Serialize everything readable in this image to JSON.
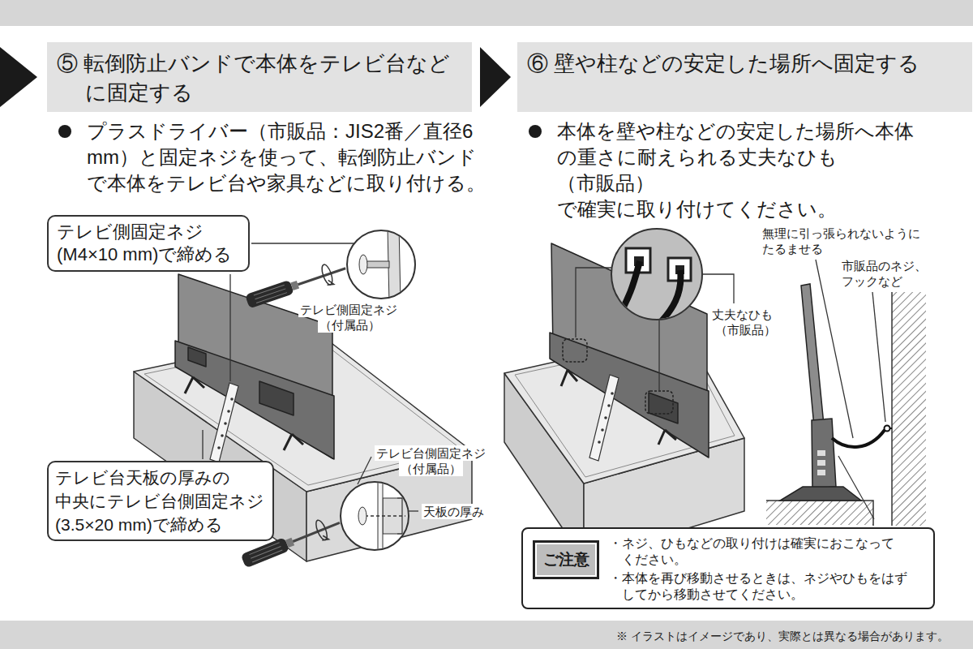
{
  "diagram": {
    "nodes": [
      {
        "text": [
          "⑤ 転倒防止バンドで本体をテレビ台など に固定する"
        ]
      },
      {
        "text": [
          "テレビ側固定ネジ (M4×10 mm)で締める"
        ]
      },
      {
        "text": [
          "テレビ台天板の厚みの 中央にテレビ台側固定ネジ (3.5×20 mm)で締める"
        ]
      },
      {
        "text": [
          "⑥ 壁や柱などの安定した場所へ固定する"
        ]
      },
      {
        "text": [
          "・ネジ、ひもなどの取り付けは確実におこなって ください。",
          "・本体を再び移動させるときは、ネジやひもをはず してから移動させてください。"
        ]
      },
      {
        "text": [
          "ご注意"
        ],
        "in": 4
      }
    ],
    "labels": [
      "プラスドライバー（市販品：JIS2番／直径6 mm）と固定ネジを使って、転倒防止バンド で本体をテレビ台や家具などに取り付ける。",
      "テレビ側固定ネジ",
      "（付属品）",
      "テレビ台側固定ネジ",
      "（付属品）",
      "天板の厚み",
      "本体を壁や柱などの安定した場所へ本体 の重さに耐えられる丈夫なひも（市販品） で確実に取り付けてください。",
      "無理に引っ張られないように たるませる",
      "市販品のネジ、 フックなど",
      "丈夫なひも",
      "（市販品）"
    ],
    "caption": "※ イラストはイメージであり、実際とは異なる場合があります。"
  }
}
